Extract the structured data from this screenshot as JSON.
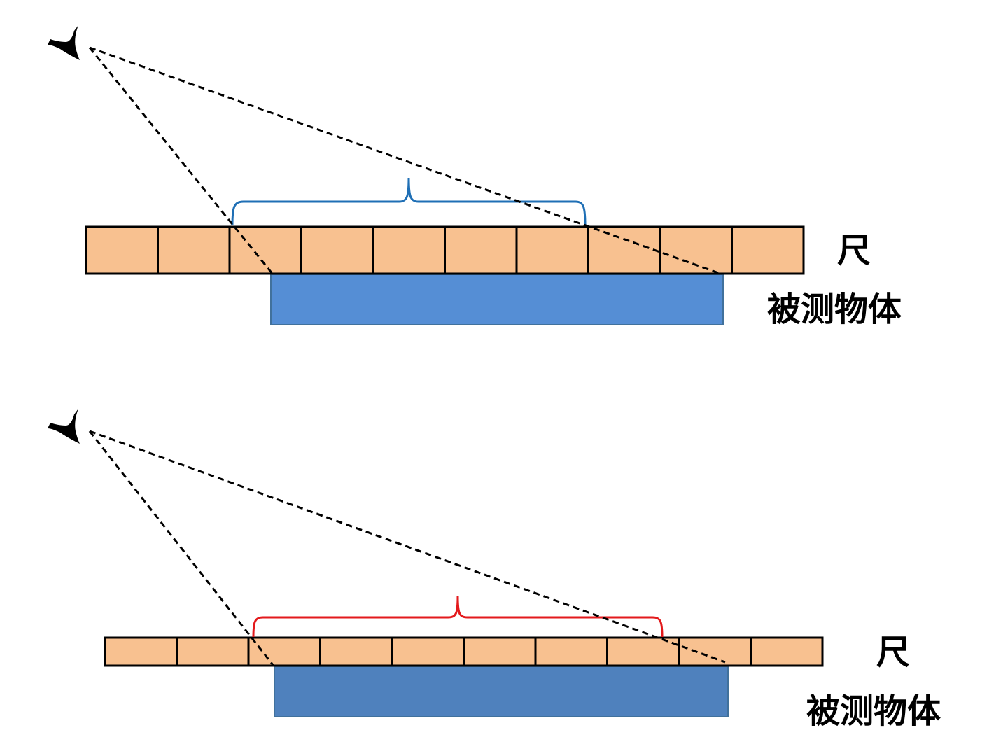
{
  "labels": {
    "ruler": "尺",
    "object": "被测物体"
  },
  "icons": {
    "eye": "eye-icon"
  },
  "colors": {
    "ruler_fill": "#F8C190",
    "ruler_stroke": "#000000",
    "object_fill_top": "#558ED5",
    "object_fill_bottom": "#4F81BD",
    "object_stroke": "#41719C",
    "brace_top": "#1F6FB5",
    "brace_bottom": "#E31A1C",
    "sight_line": "#000000"
  },
  "diagrams": [
    {
      "name": "top-view",
      "ruler_segments": 10,
      "brace_color_key": "brace_top"
    },
    {
      "name": "bottom-view",
      "ruler_segments": 10,
      "brace_color_key": "brace_bottom"
    }
  ]
}
